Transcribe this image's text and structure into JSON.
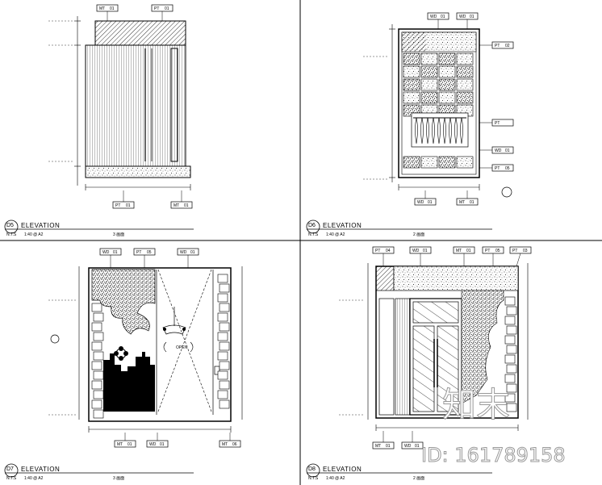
{
  "panels": [
    {
      "id": "D5",
      "num": "D5",
      "caption": "ELEVATION",
      "sub_left": "N.T.S",
      "scale": "1:40 @ A2",
      "room": "3 画面",
      "tags_top": [
        {
          "a": "MT",
          "b": "01"
        },
        {
          "a": "PT",
          "b": "01"
        }
      ],
      "tags_bottom": [
        {
          "a": "PT",
          "b": "01"
        },
        {
          "a": "MT",
          "b": "01"
        }
      ]
    },
    {
      "id": "D6",
      "num": "D6",
      "caption": "ELEVATION",
      "sub_left": "N.T.S",
      "scale": "1:40 @ A2",
      "room": "2 画面",
      "tags_top": [
        {
          "a": "WD",
          "b": "01"
        },
        {
          "a": "WD",
          "b": "01"
        }
      ],
      "tags_right": [
        {
          "a": "PT",
          "b": "02"
        },
        {
          "a": "PT",
          "b": ""
        },
        {
          "a": "WD",
          "b": "01"
        },
        {
          "a": "PT",
          "b": "05"
        }
      ],
      "tags_bottom": [
        {
          "a": "WD",
          "b": "01"
        },
        {
          "a": "MT",
          "b": "01"
        }
      ]
    },
    {
      "id": "D7",
      "num": "D7",
      "caption": "ELEVATION",
      "sub_left": "N.T.S",
      "scale": "1:40 @ A2",
      "room": "3 画面",
      "tags_top": [
        {
          "a": "WD",
          "b": "01"
        },
        {
          "a": "PT",
          "b": "05"
        },
        {
          "a": "WD",
          "b": "01"
        }
      ],
      "tags_bottom": [
        {
          "a": "MT",
          "b": "01"
        },
        {
          "a": "WD",
          "b": "01"
        },
        {
          "a": "MT",
          "b": "06"
        }
      ],
      "door_label": "OPEN"
    },
    {
      "id": "D8",
      "num": "D8",
      "caption": "ELEVATION",
      "sub_left": "N.T.S",
      "scale": "1:40 @ A2",
      "room": "2 画面",
      "tags_top": [
        {
          "a": "PT",
          "b": "04"
        },
        {
          "a": "WD",
          "b": "01"
        },
        {
          "a": "MT",
          "b": "01"
        },
        {
          "a": "PT",
          "b": "05"
        },
        {
          "a": "PT",
          "b": "03"
        }
      ],
      "tags_bottom": [
        {
          "a": "MT",
          "b": "01"
        },
        {
          "a": "WD",
          "b": "01"
        }
      ]
    }
  ],
  "watermark": {
    "brand": "知末",
    "id_text": "ID: 161789158"
  }
}
